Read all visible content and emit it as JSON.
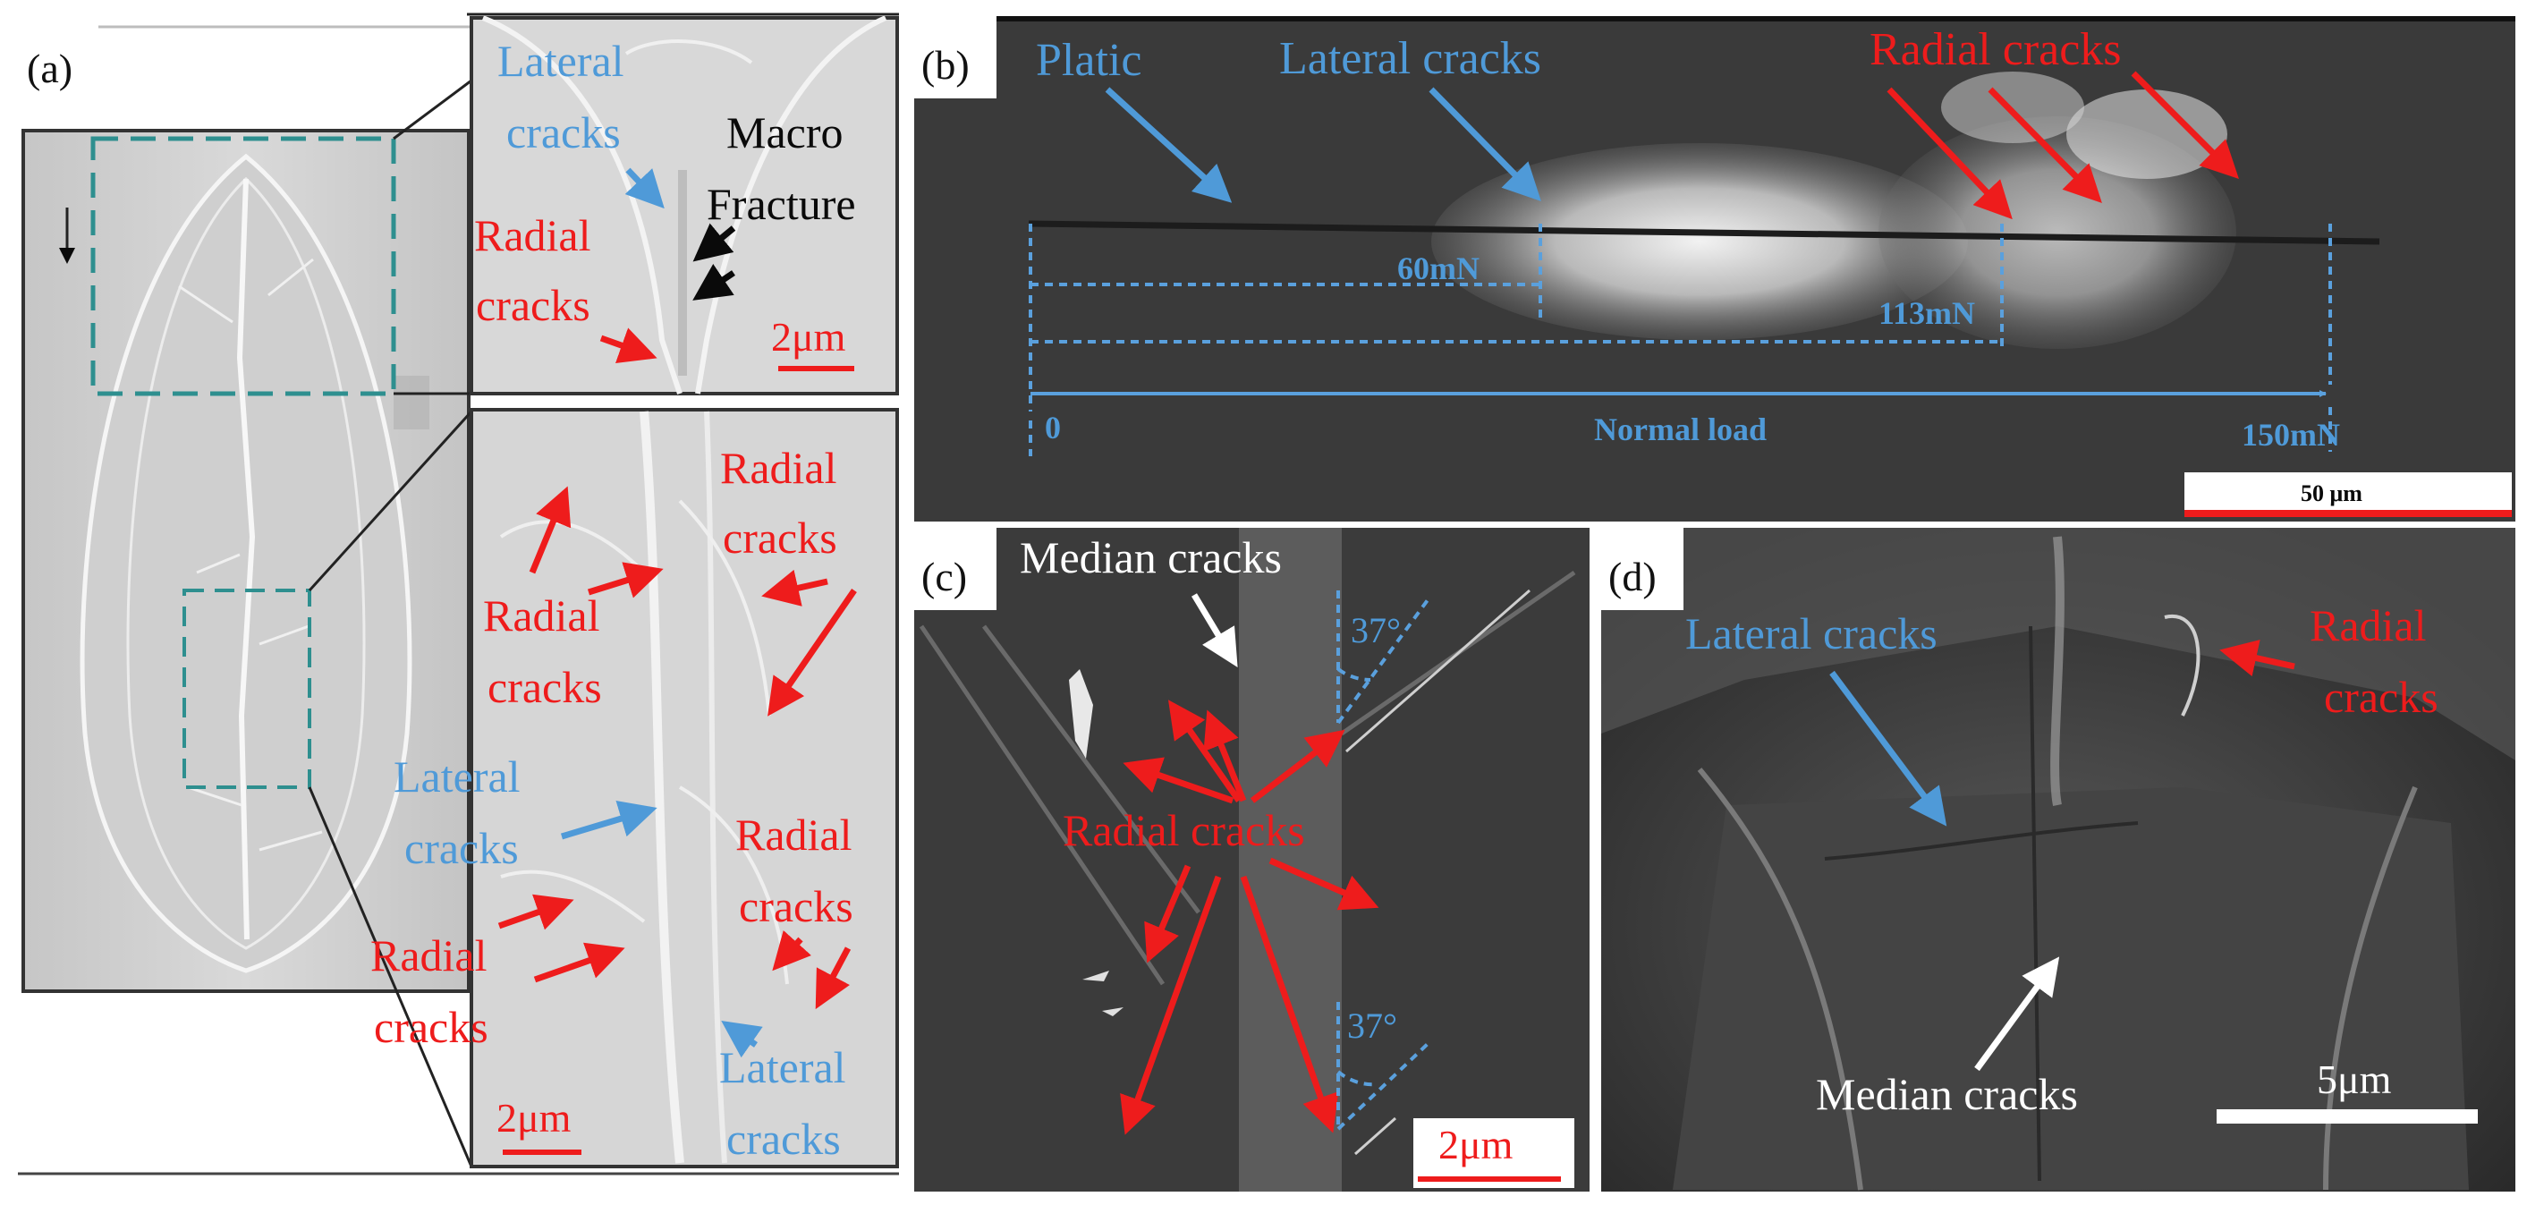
{
  "figure": {
    "panels": {
      "a": {
        "label": "(a)",
        "top_annotations": {
          "lateral_cracks": [
            "Lateral",
            "cracks"
          ],
          "macro_fracture": [
            "Macro",
            "Fracture"
          ],
          "radial_cracks": [
            "Radial",
            "cracks"
          ],
          "scale": "2μm"
        },
        "bottom_annotations": {
          "radial_cracks_1": [
            "Radial",
            "cracks"
          ],
          "radial_cracks_2": [
            "Radial",
            "cracks"
          ],
          "lateral_cracks_1": [
            "Lateral",
            "cracks"
          ],
          "radial_cracks_3": [
            "Radial",
            "cracks"
          ],
          "radial_cracks_4": [
            "Radial",
            "cracks"
          ],
          "lateral_cracks_2": [
            "Lateral",
            "cracks"
          ],
          "scale": "2μm"
        }
      },
      "b": {
        "label": "(b)",
        "plastic": "Platic",
        "lateral_cracks": "Lateral cracks",
        "radial_cracks": "Radial cracks",
        "load_60": "60mN",
        "load_113": "113mN",
        "load_0": "0",
        "normal_load": "Normal load",
        "load_150": "150mN",
        "scale": "50 μm"
      },
      "c": {
        "label": "(c)",
        "median_cracks": "Median cracks",
        "radial_cracks": "Radial cracks",
        "angle_top": "37°",
        "angle_bottom": "37°",
        "scale": "2μm"
      },
      "d": {
        "label": "(d)",
        "lateral_cracks": "Lateral cracks",
        "radial_cracks": [
          "Radial",
          "cracks"
        ],
        "median_cracks": "Median cracks",
        "scale": "5μm"
      }
    },
    "colors": {
      "annotation_blue": "#4f9ad8",
      "annotation_red": "#ee1c1c",
      "teal_dashed_box": "#2e8f8f",
      "sem_gray_light": "#d2d2d2",
      "sem_gray_dark": "#3b3b3b"
    }
  }
}
